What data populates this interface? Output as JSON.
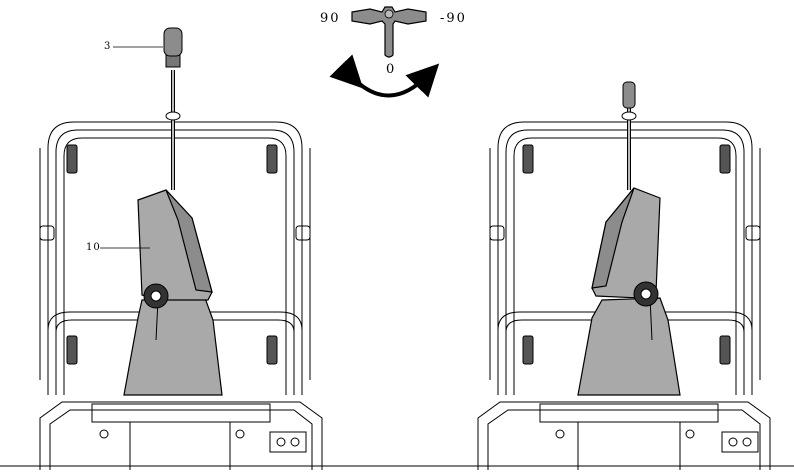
{
  "rotation_legend": {
    "left_angle": "90",
    "right_angle": "-90",
    "center_angle": "0"
  },
  "callouts": {
    "handle": "3",
    "chute": "10"
  },
  "colors": {
    "line": "#000000",
    "part_fill": "#a9a9a9",
    "part_fill_dark": "#8c8c8c",
    "background": "#ffffff"
  },
  "views": [
    "left-view",
    "right-view"
  ]
}
